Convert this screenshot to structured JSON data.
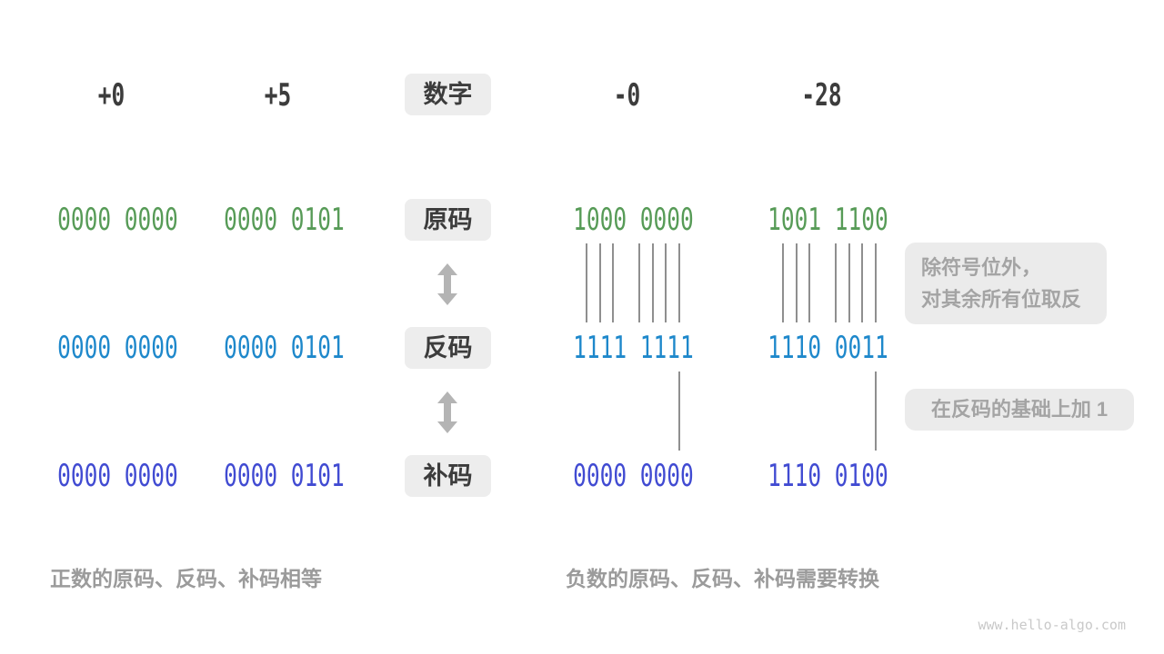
{
  "header_row": {
    "values": [
      "+0",
      "+5",
      "-0",
      "-28"
    ],
    "badge": "数字"
  },
  "code_rows": [
    {
      "label": "原码",
      "color": "#579B57",
      "values": [
        "0000 0000",
        "0000 0101",
        "1000 0000",
        "1001 1100"
      ]
    },
    {
      "label": "反码",
      "color": "#1E88CB",
      "values": [
        "0000 0000",
        "0000 0101",
        "1111 1111",
        "1110 0011"
      ]
    },
    {
      "label": "补码",
      "color": "#414BD2",
      "values": [
        "0000 0000",
        "0000 0101",
        "0000 0000",
        "1110 0100"
      ]
    }
  ],
  "annotations": {
    "invert_line1": "除符号位外，",
    "invert_line2": "对其余所有位取反",
    "add_one": "在反码的基础上加 1"
  },
  "captions": {
    "positive": "正数的原码、反码、补码相等",
    "negative": "负数的原码、反码、补码需要转换"
  },
  "watermark": "www.hello-algo.com",
  "colors": {
    "sign_magnitude_green": "#579B57",
    "ones_complement_blue": "#1E88CB",
    "twos_complement_indigo": "#414BD2",
    "badge_background": "#EDEDED",
    "note_background": "#EBEBEB",
    "note_text": "#A4A4A4",
    "header_text": "#3C3C3C",
    "caption_text": "#9B9B9B",
    "connector_line": "#8F8F8F",
    "arrow": "#B4B4B4",
    "watermark_text": "#C9C9C9"
  }
}
